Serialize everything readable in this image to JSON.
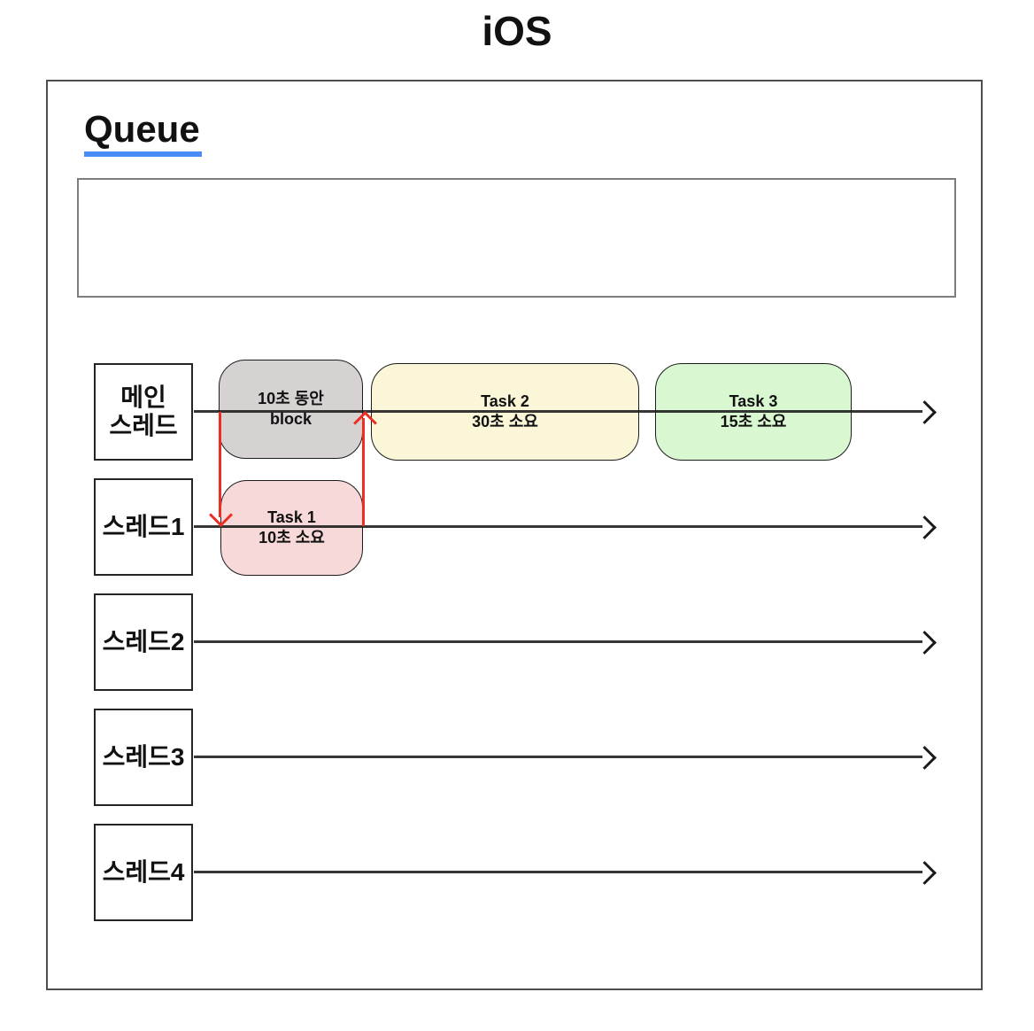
{
  "title": "iOS",
  "queue_section": {
    "heading": "Queue",
    "underline_color": "#4a8cf5"
  },
  "threads": [
    {
      "line1": "메인",
      "line2": "스레드"
    },
    {
      "line1": "스레드1"
    },
    {
      "line1": "스레드2"
    },
    {
      "line1": "스레드3"
    },
    {
      "line1": "스레드4"
    }
  ],
  "tasks": {
    "block": {
      "line1": "10초 동안",
      "line2": "block",
      "fill": "#d6d2d2"
    },
    "task1": {
      "line1": "Task 1",
      "line2": "10초 소요",
      "fill": "#f6d9d8"
    },
    "task2": {
      "line1": "Task 2",
      "line2": "30초 소요",
      "fill": "#fbf6d8"
    },
    "task3": {
      "line1": "Task 3",
      "line2": "15초 소요",
      "fill": "#d9f8d1"
    }
  },
  "colors": {
    "timeline": "#1a1a1a",
    "dispatch_arrow": "#ee2e22"
  }
}
